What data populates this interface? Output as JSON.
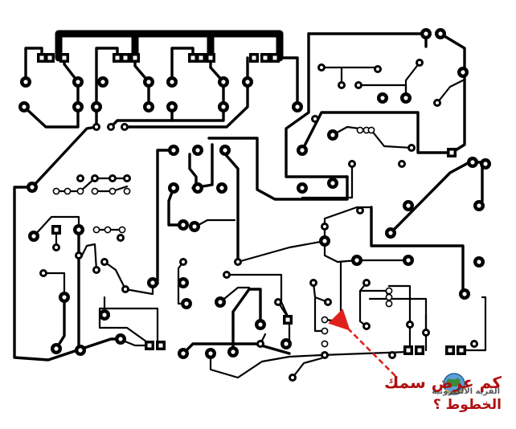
{
  "annotation": {
    "line1": "كم عرض سمك",
    "line2": "الخطوط ؟",
    "color": "#b01010"
  },
  "watermark": {
    "text": "القرية الالكترونية",
    "icon": "globe-icon"
  },
  "board": {
    "background": "#ffffff",
    "copper_color": "#000000"
  }
}
